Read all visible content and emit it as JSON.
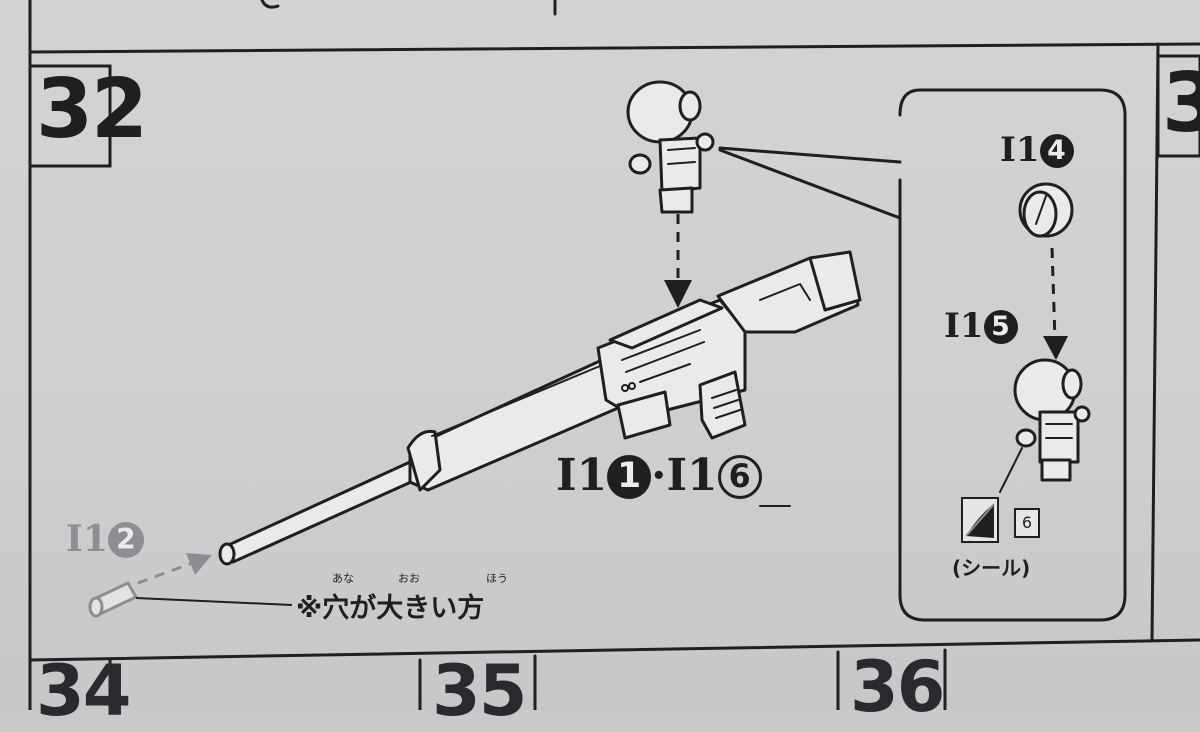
{
  "steps": {
    "current": "32",
    "right_partial": "3",
    "bottom": [
      "34",
      "35",
      "36"
    ]
  },
  "parts": {
    "rifle_label_a": "I1",
    "rifle_label_a_num": "1",
    "rifle_sep": "·",
    "rifle_label_b": "I1",
    "rifle_label_b_num": "6",
    "muzzle_label": "I1",
    "muzzle_label_num": "2",
    "scope_lens_label": "I1",
    "scope_lens_num": "4",
    "scope_body_label": "I1",
    "scope_body_num": "5"
  },
  "notes": {
    "hole_note": "※穴が大きい方",
    "ruby_ana": "あな",
    "ruby_oo": "おお",
    "ruby_hou": "ほう",
    "sticker_number": "6",
    "sticker_caption": "(シール)"
  }
}
